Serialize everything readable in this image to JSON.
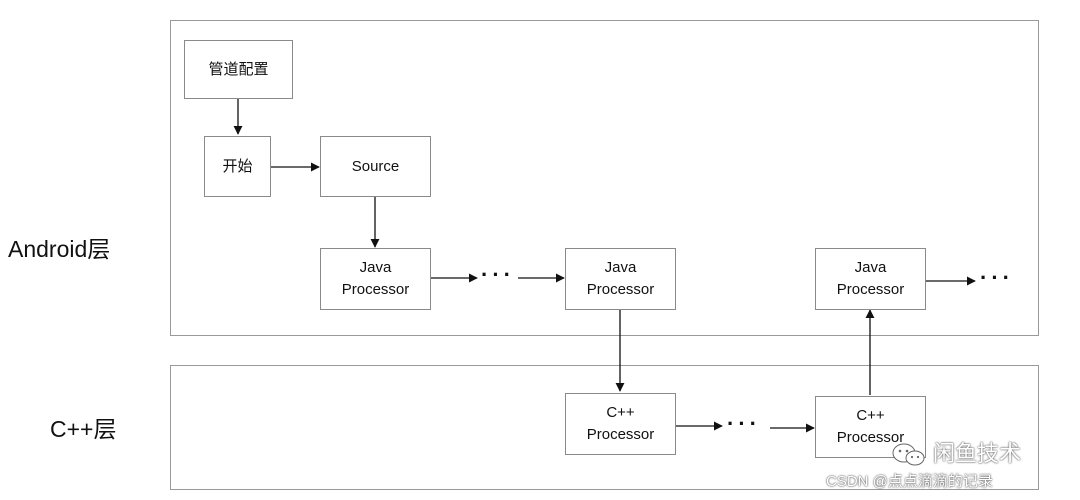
{
  "layers": {
    "android": "Android层",
    "cpp": "C++层"
  },
  "nodes": {
    "pipeline_config": "管道配置",
    "start": "开始",
    "source": "Source",
    "java_processor_1": [
      "Java",
      "Processor"
    ],
    "java_processor_2": [
      "Java",
      "Processor"
    ],
    "java_processor_3": [
      "Java",
      "Processor"
    ],
    "cpp_processor_1": [
      "C++",
      "Processor"
    ],
    "cpp_processor_2": [
      "C++",
      "Processor"
    ]
  },
  "ellipsis": {
    "android_1": "···",
    "android_2": "···",
    "cpp_1": "···"
  },
  "watermark": {
    "icon": "wechat-icon",
    "name": "闲鱼技术",
    "csdn": "CSDN @点点滴滴的记录"
  }
}
